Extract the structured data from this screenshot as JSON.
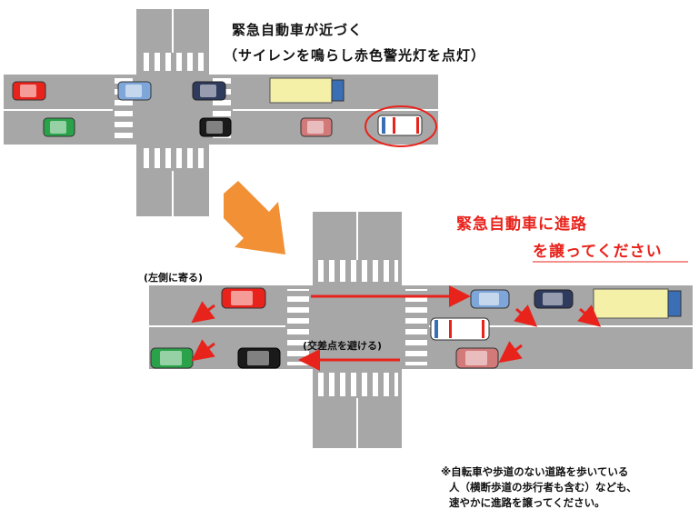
{
  "top_title_line1": "緊急自動車が近づく",
  "top_title_line2": "（サイレンを鳴らし赤色警光灯を点灯）",
  "headline_line1": "緊急自動車に進路",
  "headline_line2": "を譲ってください",
  "label_keep_left": "(左側に寄る)",
  "label_avoid_intersection": "(交差点を避ける)",
  "note_line1": "※自転車や歩道のない道路を歩いている",
  "note_line2": "人（横断歩道の歩行者も含む）なども、",
  "note_line3": "速やかに進路を譲ってください。",
  "colors": {
    "road": "#a7a7a7",
    "headline": "#e8231c",
    "arrow_orange": "#f08a2a",
    "car_red": "#e8231c",
    "car_blue": "#7fa6d8",
    "car_navy": "#2f3b5c",
    "car_green": "#2aa24a",
    "car_black": "#1a1a1a",
    "car_pink": "#d27a7a",
    "truck_cargo": "#f4f0a8",
    "truck_cab": "#3a6fb6"
  }
}
